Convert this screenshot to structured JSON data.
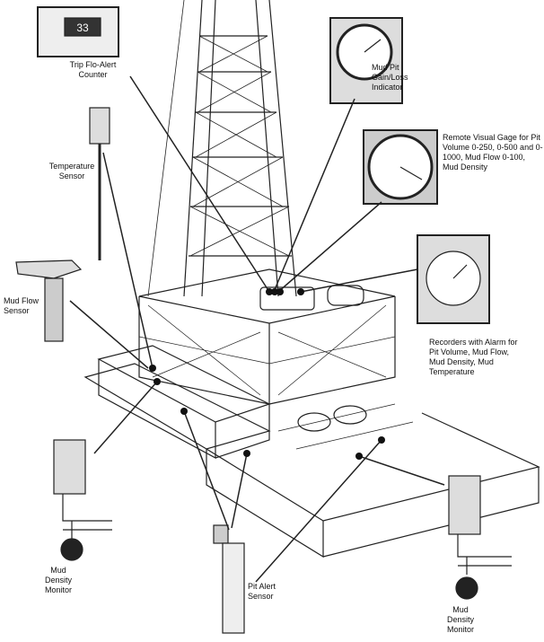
{
  "labels": {
    "trip_counter": "Trip Flo-Alert Counter",
    "pit_gain_loss": "Mud Pit Gain/Loss Indicator",
    "remote_gage": "Remote Visual Gage for Pit Volume 0-250, 0-500 and 0-1000, Mud Flow 0-100, Mud Density",
    "temperature_sensor": "Temperature Sensor",
    "mud_flow_sensor": "Mud Flow Sensor",
    "recorders": "Recorders with Alarm for Pit Volume, Mud Flow, Mud Density, Mud Temperature",
    "density_monitor_left": "Mud Density Monitor",
    "pit_alert_sensor": "Pit Alert Sensor",
    "density_monitor_right": "Mud Density Monitor"
  },
  "counter_display": "33"
}
